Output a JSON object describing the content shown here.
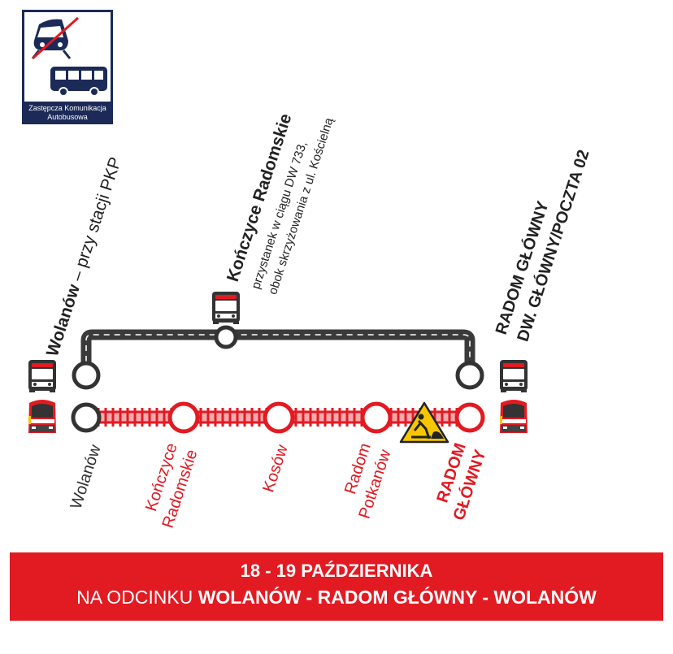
{
  "legend": {
    "caption_line1": "Zastępcza Komunikacja",
    "caption_line2": "Autobusowa"
  },
  "bus_stops": {
    "wolanow": {
      "name": "Wolanów",
      "detail": " – przy stacji PKP"
    },
    "konczyce": {
      "name": "Kończyce Radomskie",
      "detail_line1": "przystanek w ciągu DW 733,",
      "detail_line2": "obok skrzyżowania z ul. Kościelną"
    },
    "radom": {
      "line1": "RADOM GŁÓWNY",
      "line2": "DW. GŁÓWNY/POCZTA 02"
    }
  },
  "stations": [
    {
      "line1": "Wolanów",
      "line2": "",
      "status": "open"
    },
    {
      "line1": "Kończyce",
      "line2": "Radomskie",
      "status": "closed"
    },
    {
      "line1": "Kosów",
      "line2": "",
      "status": "closed"
    },
    {
      "line1": "Radom",
      "line2": "Potkanów",
      "status": "closed"
    },
    {
      "line1": "RADOM",
      "line2": "GŁÓWNY",
      "status": "closed"
    }
  ],
  "banner": {
    "line1": "18 - 19 PAŹDZIERNIKA",
    "line2_prefix": "NA ODCINKU ",
    "line2_bold": "WOLANÓW - RADOM GŁÓWNY - WOLANÓW"
  },
  "colors": {
    "accent": "#e21a22",
    "navy": "#1b2a57",
    "dark": "#333333",
    "road": "#3a3a3a",
    "warning": "#f7c600"
  },
  "icons": [
    "train-crossed-icon",
    "bus-icon",
    "bus-front-icon",
    "train-front-icon",
    "roadworks-icon"
  ]
}
